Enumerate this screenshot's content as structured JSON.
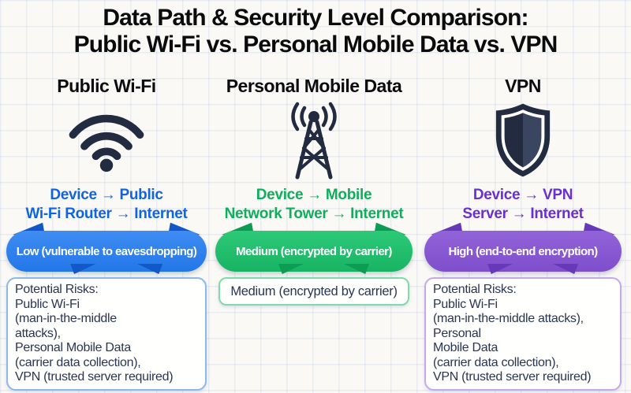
{
  "title": {
    "line1": "Data Path & Security Level Comparison:",
    "line2": "Public Wi-Fi vs. Personal Mobile Data vs. VPN"
  },
  "colors": {
    "background": "#faf9f5",
    "icon_dark": "#222b40",
    "detail_text": "#2a3552",
    "wifi_accent": "#1064e4",
    "wifi_pill": "#2b7de9",
    "mobile_accent": "#0caf5c",
    "mobile_pill": "#1fbc6e",
    "vpn_accent": "#6a2fd0",
    "vpn_pill": "#8757d2"
  },
  "columns": [
    {
      "id": "public-wifi",
      "header": "Public Wi-Fi",
      "icon": "wifi-icon",
      "path_text": "Device → Public\nWi-Fi Router → Internet",
      "security_label": "Low (vulnerable to eavesdropping)",
      "detail_text": "Potential Risks:\nPublic Wi-Fi\n(man-in-the-middle\nattacks),\nPersonal Mobile Data\n(carrier data collection),\nVPN (trusted server required)"
    },
    {
      "id": "personal-mobile-data",
      "header": "Personal Mobile Data",
      "icon": "cell-tower-icon",
      "path_text": "Device → Mobile\nNetwork Tower → Internet",
      "security_label": "Medium (encrypted by carrier)",
      "detail_text": "Medium (encrypted by carrier)"
    },
    {
      "id": "vpn",
      "header": "VPN",
      "icon": "shield-icon",
      "path_text": "Device → VPN\nServer → Internet",
      "security_label": "High (end-to-end encryption)",
      "detail_text": "Potential Risks:\nPublic Wi-Fi\n(man-in-the-middle attacks),\nPersonal\nMobile Data\n(carrier data collection),\nVPN (trusted server required)"
    }
  ]
}
